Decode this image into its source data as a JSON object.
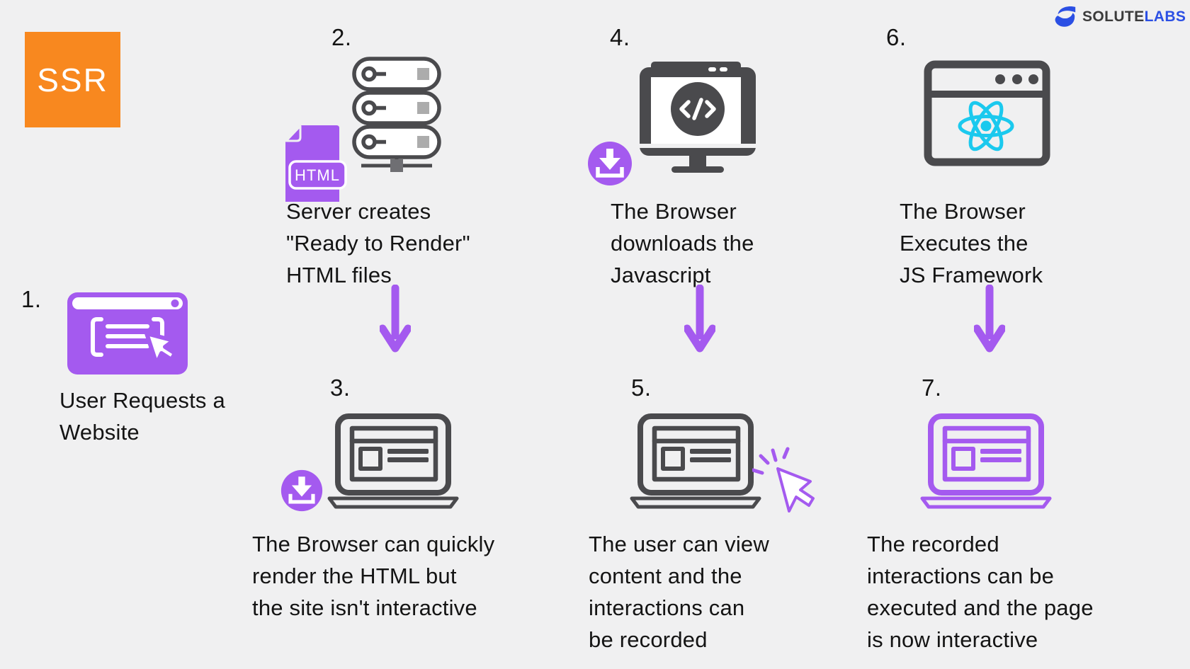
{
  "title": "SSR flow diagram",
  "badge": {
    "label": "SSR"
  },
  "logo": {
    "part1": "SOLUTE",
    "part2": "LABS"
  },
  "steps": [
    {
      "num": "1.",
      "lines": [
        "User Requests a",
        "Website"
      ],
      "icon": "browser-request-icon"
    },
    {
      "num": "2.",
      "lines": [
        "Server creates",
        "\"Ready to Render\"",
        "HTML files"
      ],
      "icon": "server-icon"
    },
    {
      "num": "3.",
      "lines": [
        "The Browser can quickly",
        "render the HTML but",
        "the site isn't interactive"
      ],
      "icon": "laptop-download-icon"
    },
    {
      "num": "4.",
      "lines": [
        "The Browser",
        "downloads the",
        "Javascript"
      ],
      "icon": "monitor-code-download-icon"
    },
    {
      "num": "5.",
      "lines": [
        "The user can view",
        "content and the",
        "interactions can",
        "be recorded"
      ],
      "icon": "laptop-click-icon"
    },
    {
      "num": "6.",
      "lines": [
        "The Browser",
        "Executes the",
        "JS Framework"
      ],
      "icon": "browser-react-icon"
    },
    {
      "num": "7.",
      "lines": [
        "The recorded",
        "interactions can be",
        "executed and the page",
        "is now interactive"
      ],
      "icon": "laptop-interactive-icon"
    }
  ],
  "icons": {
    "html_label": "HTML",
    "arrow": "down-arrow-icon",
    "download": "download-badge-icon",
    "cursor": "cursor-click-icon"
  },
  "colors": {
    "bg": "#F0F0F1",
    "orange": "#F8881F",
    "purple": "#A45AEF",
    "dark": "#4A4A4D",
    "text": "#141414",
    "gray": "#ACACAC",
    "cyan": "#1BC9EE",
    "logo_blue": "#2B4FE4",
    "logo_dark": "#3B3B3B",
    "node": "#6F6F73",
    "white": "#FFFFFF"
  }
}
